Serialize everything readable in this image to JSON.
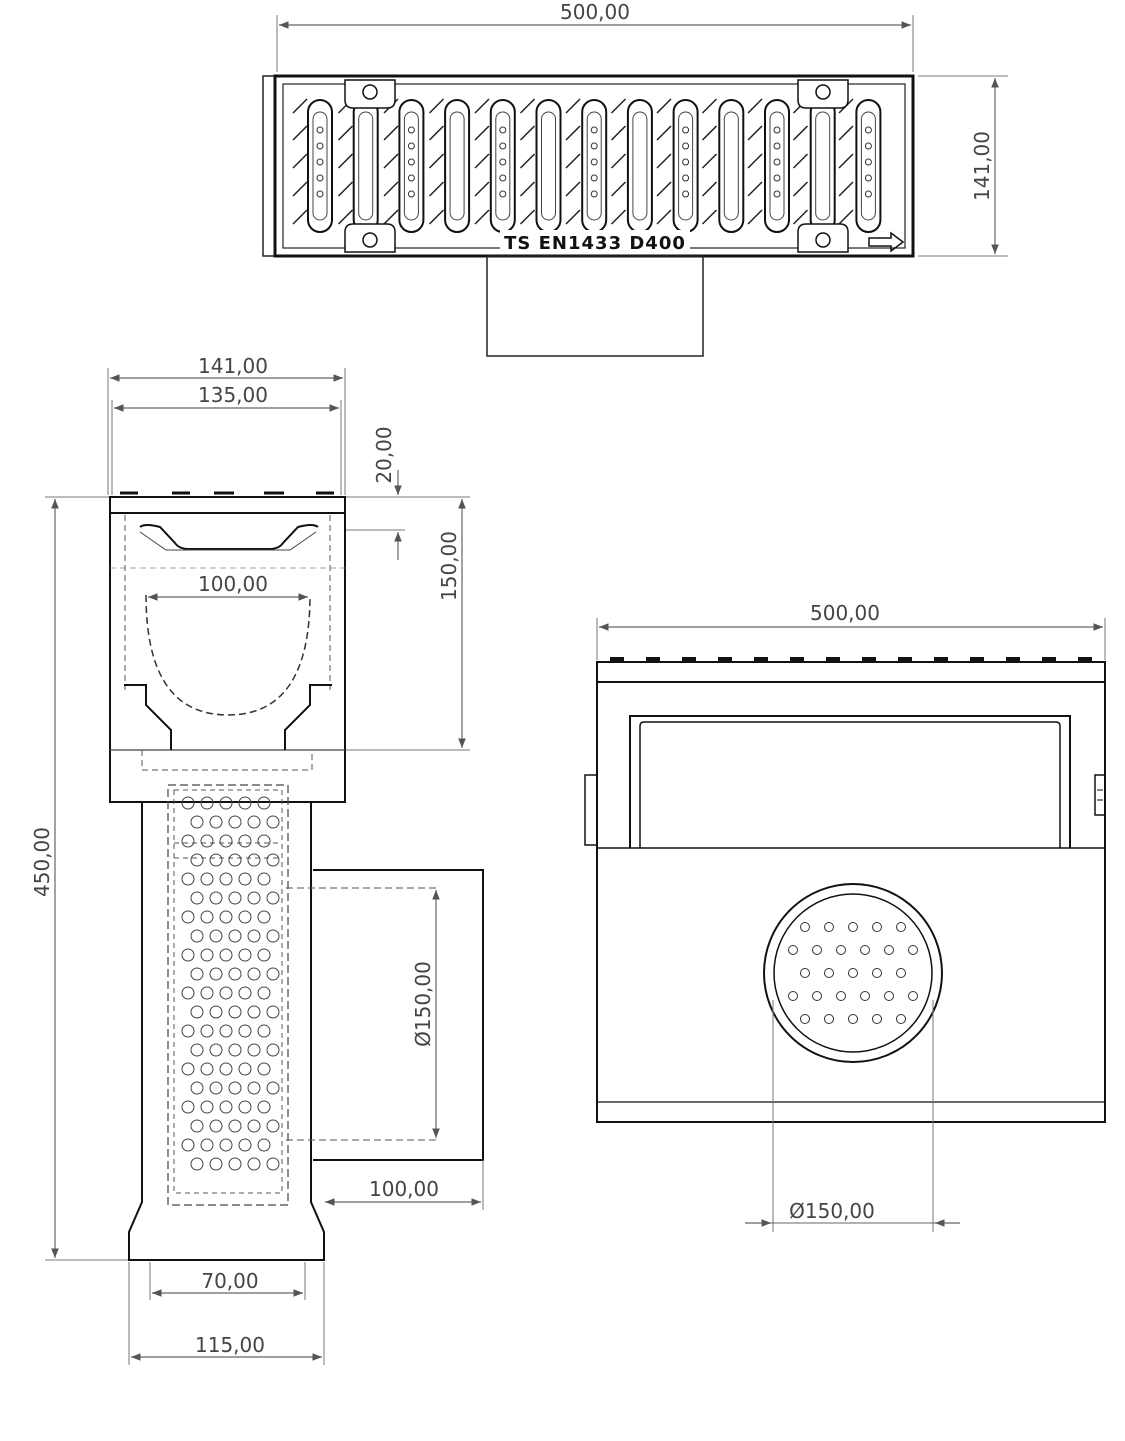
{
  "views": {
    "top": {
      "width_dim": "500,00",
      "height_dim": "141,00",
      "stamp_text": "TS EN1433 D400"
    },
    "side": {
      "outer_width_dim": "141,00",
      "inner_width_dim": "135,00",
      "grate_depth_dim": "20,00",
      "body_depth_dim": "150,00",
      "channel_width_dim": "100,00",
      "total_height_dim": "450,00",
      "outlet_diameter_dim": "Ø150,00",
      "outlet_length_dim": "100,00",
      "basket_width_dim": "70,00",
      "base_width_dim": "115,00"
    },
    "front": {
      "width_dim": "500,00",
      "outlet_diameter_dim": "Ø150,00"
    }
  },
  "colors": {
    "line": "#1a1a1a",
    "dim_line": "#666666",
    "dim_text": "#444444"
  }
}
